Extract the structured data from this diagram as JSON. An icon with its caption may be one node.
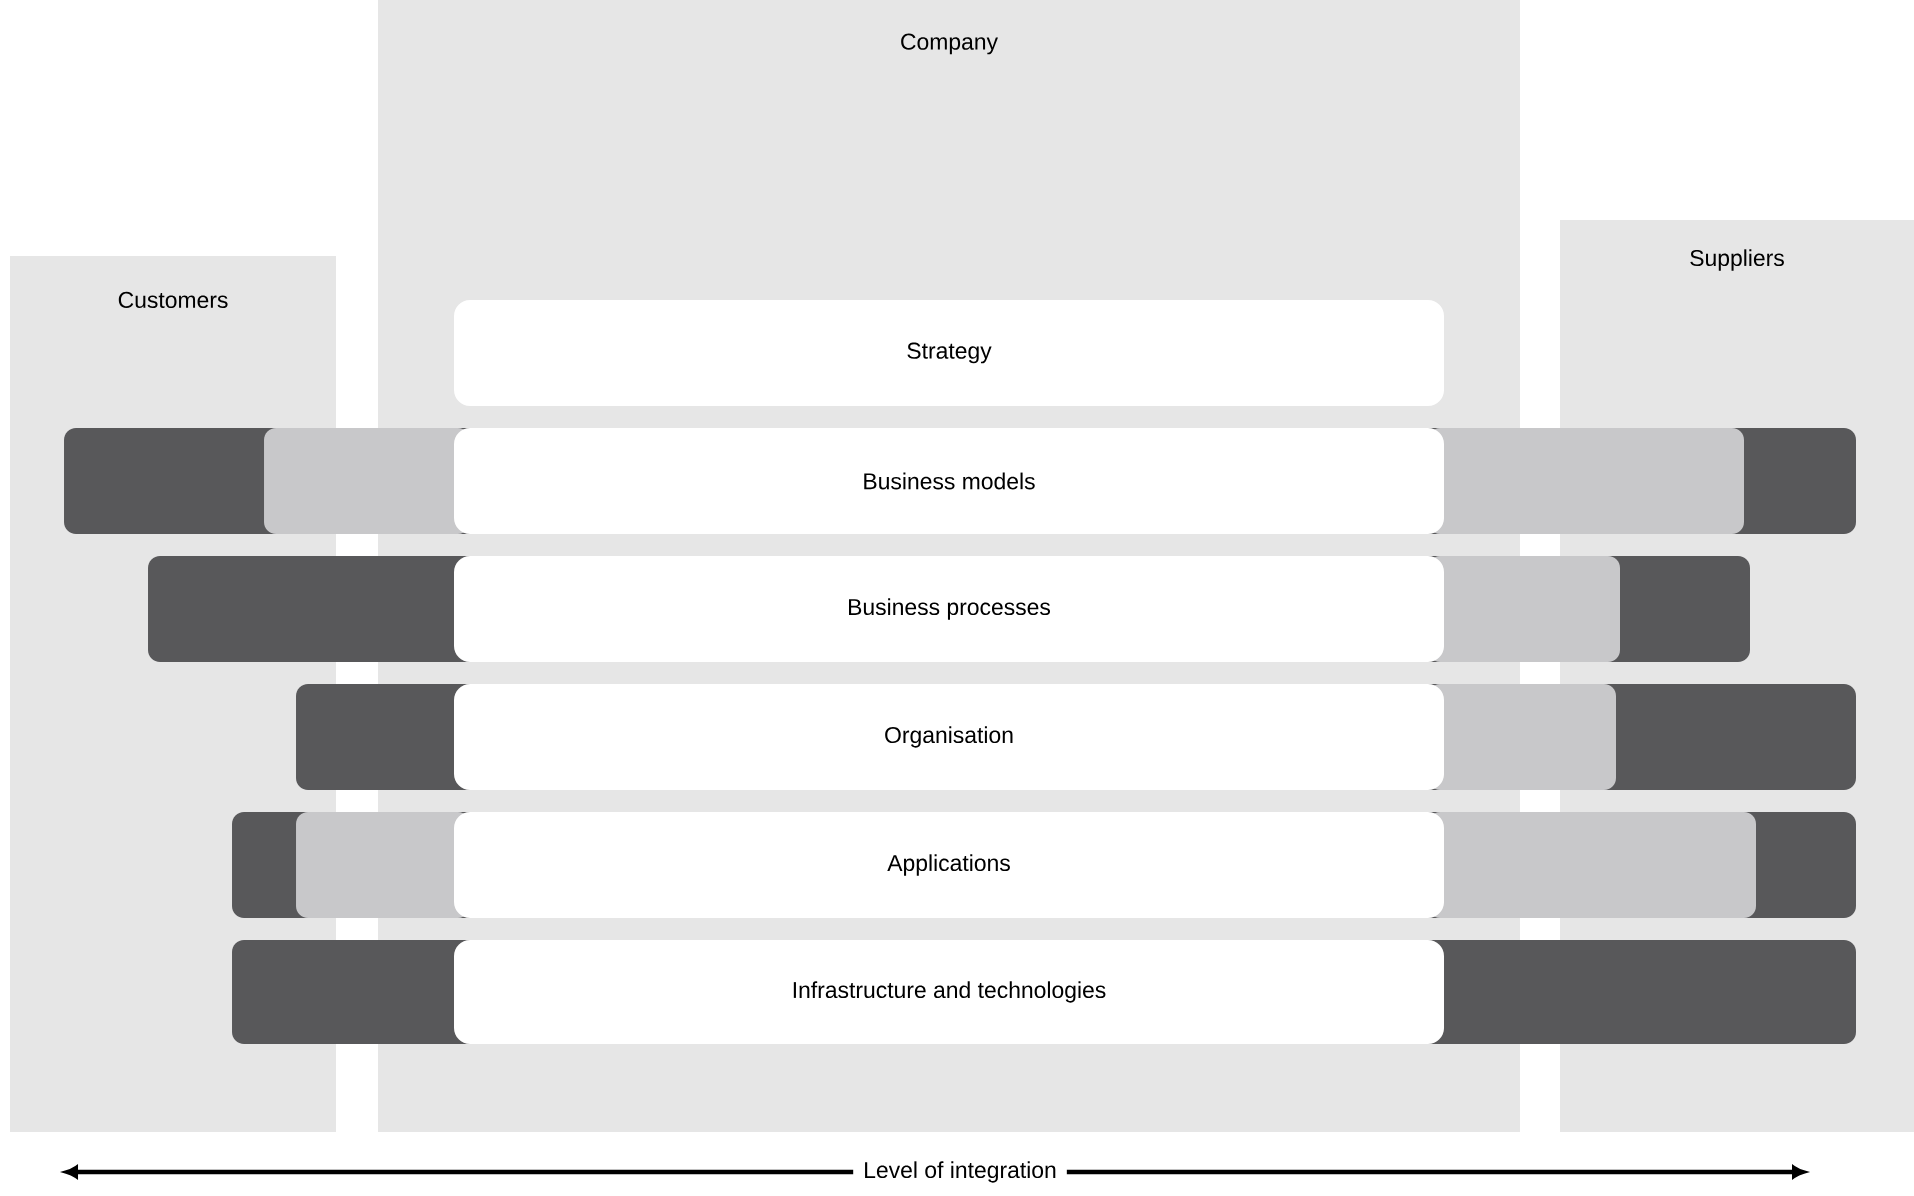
{
  "diagram": {
    "nodes": [
      {
        "text": [
          "Company"
        ]
      },
      {
        "text": [
          "Customers"
        ]
      },
      {
        "text": [
          "Suppliers"
        ]
      },
      {
        "text": [
          "Strategy"
        ],
        "in": 0
      },
      {
        "text": [
          "Business models"
        ],
        "in": 0
      },
      {
        "text": [
          "Business processes"
        ],
        "in": 0
      },
      {
        "text": [
          "Organisation"
        ],
        "in": 0
      },
      {
        "text": [
          "Applications"
        ],
        "in": 0
      },
      {
        "text": [
          "Infrastructure and technologies"
        ],
        "in": 0
      }
    ],
    "labels": [
      "Level of integration"
    ]
  }
}
